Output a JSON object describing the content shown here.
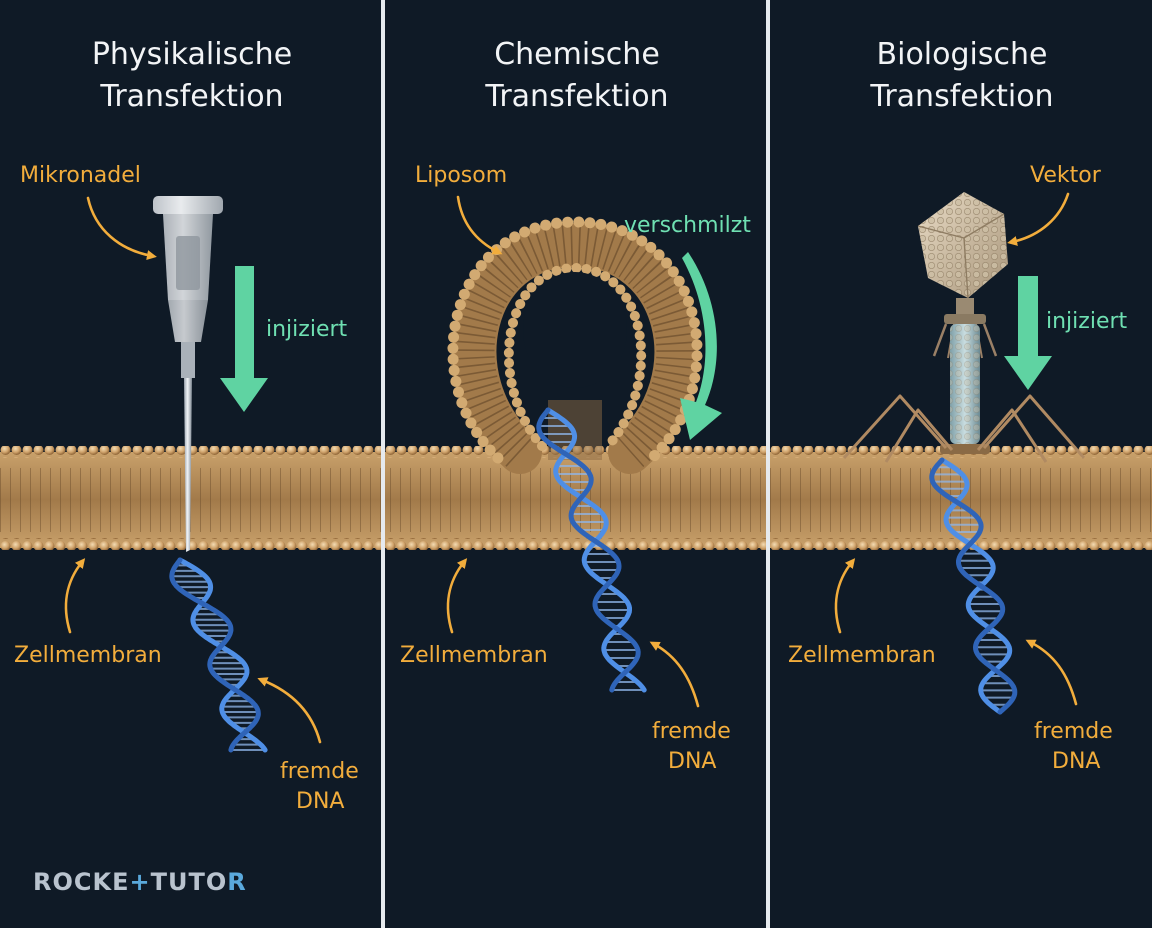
{
  "panels": [
    {
      "title_line1": "Physikalische",
      "title_line2": "Transfektion",
      "tool_label": "Mikronadel",
      "action_label": "injiziert",
      "membrane_label": "Zellmembran",
      "dna_label_line1": "fremde",
      "dna_label_line2": "DNA"
    },
    {
      "title_line1": "Chemische",
      "title_line2": "Transfektion",
      "tool_label": "Liposom",
      "action_label": "verschmilzt",
      "membrane_label": "Zellmembran",
      "dna_label_line1": "fremde",
      "dna_label_line2": "DNA"
    },
    {
      "title_line1": "Biologische",
      "title_line2": "Transfektion",
      "tool_label": "Vektor",
      "action_label": "injiziert",
      "membrane_label": "Zellmembran",
      "dna_label_line1": "fremde",
      "dna_label_line2": "DNA"
    }
  ],
  "logo": {
    "part1": "ROCKE",
    "accent1": "+",
    "part2": "TUTO",
    "accent2": "R"
  },
  "colors": {
    "background": "#0f1a26",
    "divider": "#e6eaee",
    "label_orange": "#f2ad3c",
    "label_green": "#6fe0b2",
    "membrane": "#c9a16b",
    "dna": "#3f7fd6"
  },
  "icons": [
    "micro-needle-icon",
    "liposome-icon",
    "bacteriophage-icon",
    "dna-helix-icon",
    "arrow-icon"
  ]
}
